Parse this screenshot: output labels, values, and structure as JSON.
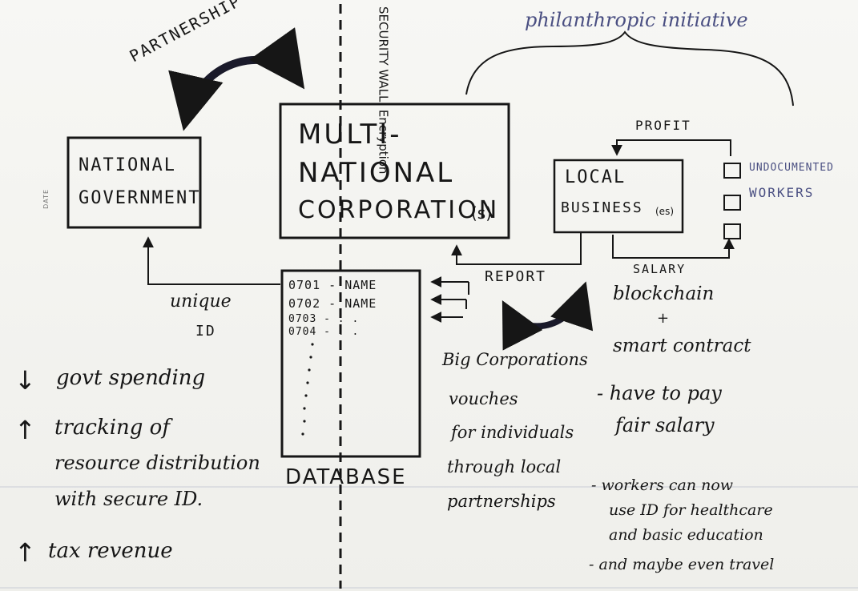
{
  "diagram": {
    "partnership_label": "PARTNERSHIP",
    "security_wall_label": "SECURITY WALL, Encryption",
    "philanthropic_label": "philanthropic initiative",
    "national_government": [
      "NATIONAL",
      "GOVERNMENT"
    ],
    "multinational": [
      "MULTI-",
      "NATIONAL",
      "CORPORATION"
    ],
    "multinational_suffix": "(s)",
    "local_business": [
      "LOCAL",
      "BUSINESS"
    ],
    "local_business_suffix": "(es)",
    "profit_label": "PROFIT",
    "salary_label": "SALARY",
    "report_label": "REPORT",
    "workers_label": [
      "UNDOCUMENTED",
      "WORKERS"
    ],
    "unique_id_label": [
      "unique",
      "ID"
    ],
    "date_label": "DATE",
    "database_label": "DATABASE",
    "database_rows": [
      "0701 - NAME",
      "0702 - NAME",
      "0703 - . .",
      "0704 - . ."
    ],
    "blockchain_note": [
      "blockchain",
      "+",
      "smart contract"
    ],
    "fair_salary_note": [
      "- have to pay",
      "fair salary"
    ],
    "vouches_note": [
      "Big Corporations",
      "vouches",
      "for individuals",
      "through local",
      "partnerships"
    ],
    "benefits_note": [
      "- workers can now",
      "use ID for healthcare",
      "and basic education",
      "- and maybe even travel"
    ],
    "impacts": [
      {
        "arrow": "↓",
        "lines": [
          "govt spending"
        ]
      },
      {
        "arrow": "↑",
        "lines": [
          "tracking of",
          "resource distribution",
          "with secure ID."
        ]
      },
      {
        "arrow": "↑",
        "lines": [
          "tax revenue"
        ]
      }
    ],
    "colors": {
      "ink": "#161616",
      "blue_ink": "#4a4f82",
      "paper": "#f4f4f1",
      "rule_line": "#c9ccd6"
    }
  }
}
